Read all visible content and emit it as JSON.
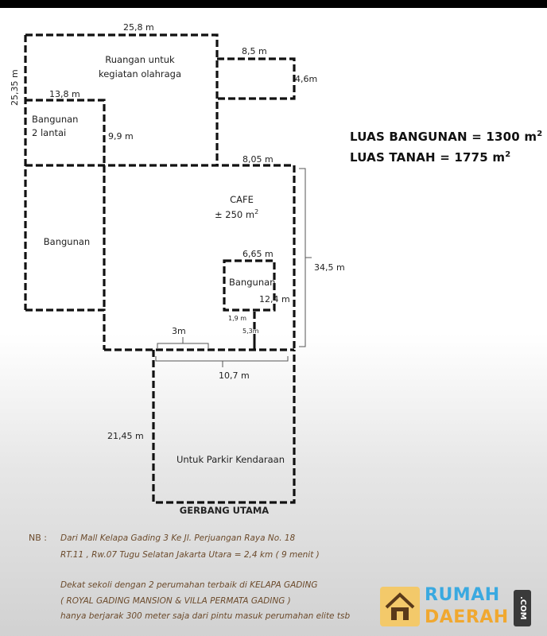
{
  "plan": {
    "dims": {
      "top_width": "25,8 m",
      "left_height": "25,35 m",
      "annex_width": "8,5 m",
      "annex_height": "4,6m",
      "building2_width": "13,8 m",
      "building2_height": "9,9 m",
      "cafe_top": "8,05 m",
      "right_height": "34,5 m",
      "inner_width": "6,65 m",
      "inner_height": "12,4 m",
      "small_a": "1,9 m",
      "small_b": "5,3m",
      "gap_width": "3m",
      "parking_width": "10,7 m",
      "parking_height": "21,45 m"
    },
    "rooms": {
      "sports_line1": "Ruangan untuk",
      "sports_line2": "kegiatan olahraga",
      "building2_line1": "Bangunan",
      "building2_line2": "2 lantai",
      "cafe": "CAFE",
      "cafe_area": "± 250 m",
      "left_building": "Bangunan",
      "inner_building": "Bangunan",
      "parking": "Untuk Parkir Kendaraan",
      "gate": "GERBANG UTAMA"
    }
  },
  "summary": {
    "building_area": "LUAS BANGUNAN = 1300 m",
    "land_area": "LUAS TANAH = 1775 m",
    "unit_exp": "2"
  },
  "notes": {
    "tag": "NB :",
    "line1": "Dari Mall Kelapa Gading 3 Ke Jl. Perjuangan Raya No. 18",
    "line2": "RT.11 , Rw.07 Tugu Selatan Jakarta Utara = 2,4 km  ( 9 menit )",
    "line3": "Dekat sekoli dengan 2 perumahan terbaik di KELAPA GADING",
    "line4": "( ROYAL GADING MANSION & VILLA PERMATA GADING )",
    "line5": "hanya berjarak 300 meter saja dari pintu masuk perumahan elite tsb"
  },
  "logo": {
    "word1": "RUMAH",
    "word2": "DAERAH",
    "dotcom": ".COM",
    "color1": "#3aa9e0",
    "color2": "#f0a830"
  }
}
